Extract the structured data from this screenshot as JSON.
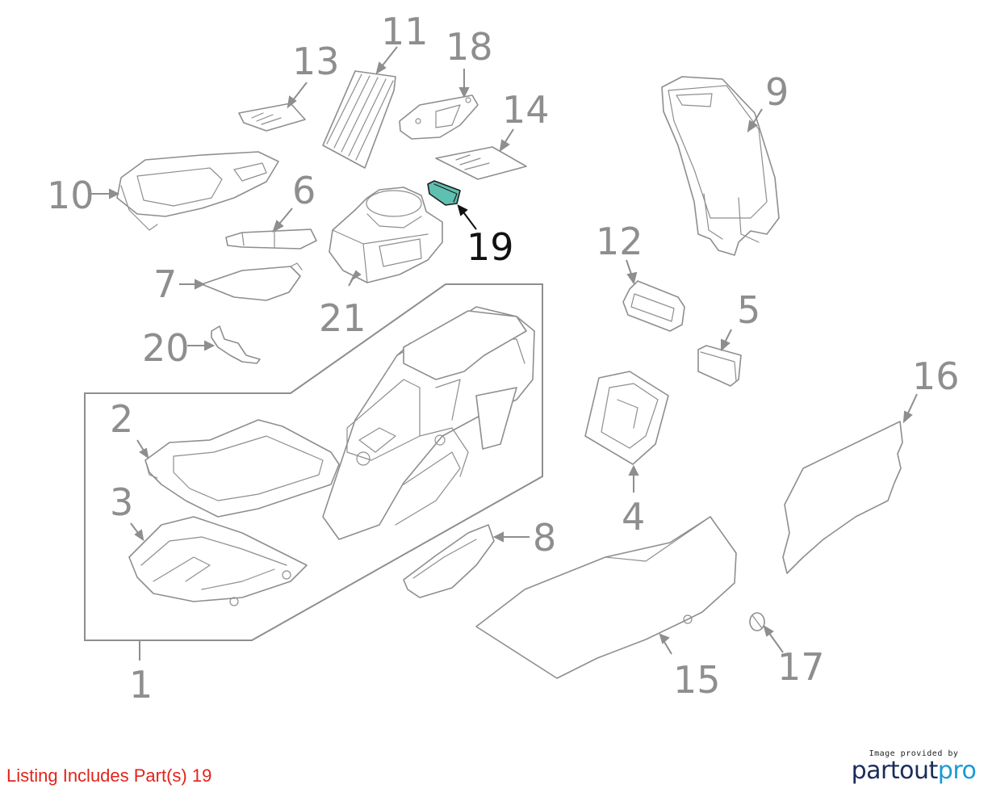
{
  "callouts": {
    "c1": "1",
    "c2": "2",
    "c3": "3",
    "c4": "4",
    "c5": "5",
    "c6": "6",
    "c7": "7",
    "c8": "8",
    "c9": "9",
    "c10": "10",
    "c11": "11",
    "c12": "12",
    "c13": "13",
    "c14": "14",
    "c15": "15",
    "c16": "16",
    "c17": "17",
    "c18": "18",
    "c19": "19",
    "c20": "20",
    "c21": "21"
  },
  "highlighted_part": "19",
  "highlight_color": "#5fbfb0",
  "listing": {
    "text": "Listing Includes Part(s) 19",
    "color": "#e2231a"
  },
  "credit": {
    "small": "Image provided by",
    "logo_dark": "partout",
    "logo_accent": "pro"
  }
}
